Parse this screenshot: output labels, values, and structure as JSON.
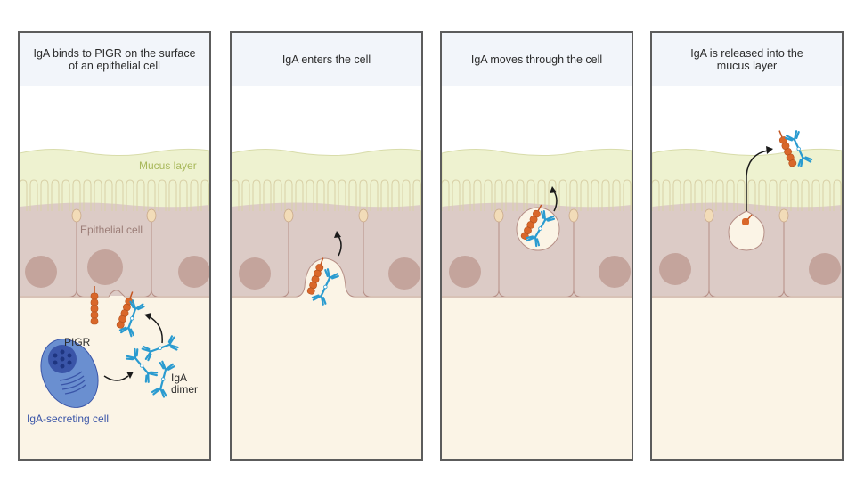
{
  "panels": [
    {
      "title": "IgA binds to PIGR on the surface\nof an epithelial cell"
    },
    {
      "title": "IgA enters the cell"
    },
    {
      "title": "IgA moves through the cell"
    },
    {
      "title": "IgA is released into the\nmucus layer"
    }
  ],
  "labels": {
    "mucus_layer": "Mucus layer",
    "epithelial_cell": "Epithelial cell",
    "pigr": "PIGR",
    "iga_dimer_line1": "IgA",
    "iga_dimer_line2": "dimer",
    "iga_secreting_cell": "IgA-secreting cell"
  },
  "colors": {
    "mucus": "#eef2d0",
    "mucus_text": "#a8b85a",
    "epithelial": "#dccbc6",
    "epithelial_text": "#9c7e78",
    "nucleus": "#c4a49c",
    "lamina": "#fbf4e6",
    "pigr": "#d9672a",
    "iga": "#2a9bd0",
    "secreting_cell": "#5a7fc0",
    "secreting_text": "#3a55a8"
  }
}
